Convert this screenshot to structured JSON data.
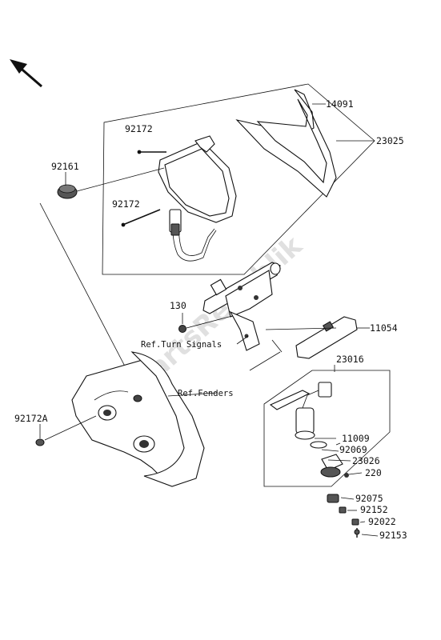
{
  "watermark": "PartsRepublik",
  "parts": {
    "p14091": "14091",
    "p23025": "23025",
    "p92172_top": "92172",
    "p92161": "92161",
    "p92172_mid": "92172",
    "p130": "130",
    "p11054": "11054",
    "p23016": "23016",
    "p92172A": "92172A",
    "p11009": "11009",
    "p92069": "92069",
    "p23026": "23026",
    "p220": "220",
    "p92075": "92075",
    "p92152": "92152",
    "p92022": "92022",
    "p92153": "92153"
  },
  "refs": {
    "turn_signals": "Ref.Turn Signals",
    "fenders": "Ref.Fenders"
  },
  "icons": {
    "direction": "front-direction-arrow-icon"
  }
}
